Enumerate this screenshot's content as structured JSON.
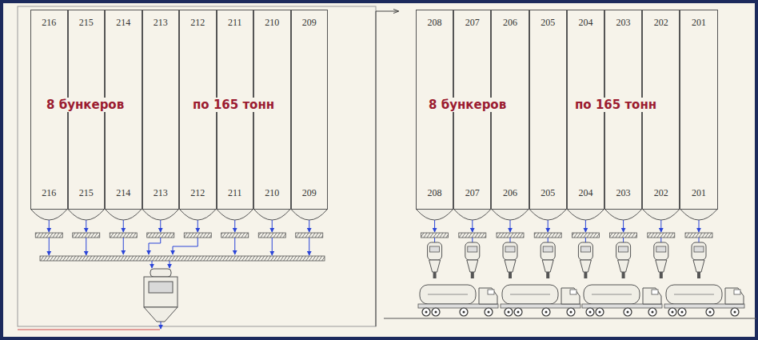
{
  "diagram": {
    "nodes": [
      {
        "text": [
          "216",
          "216"
        ]
      },
      {
        "text": [
          "215",
          "215"
        ]
      },
      {
        "text": [
          "214",
          "214"
        ]
      },
      {
        "text": [
          "213",
          "213"
        ]
      },
      {
        "text": [
          "212",
          "212"
        ]
      },
      {
        "text": [
          "211",
          "211"
        ]
      },
      {
        "text": [
          "210",
          "210"
        ]
      },
      {
        "text": [
          "209",
          "209"
        ]
      },
      {
        "text": [
          "208",
          "208"
        ]
      },
      {
        "text": [
          "207",
          "207"
        ]
      },
      {
        "text": [
          "206",
          "206"
        ]
      },
      {
        "text": [
          "205",
          "205"
        ]
      },
      {
        "text": [
          "204",
          "204"
        ]
      },
      {
        "text": [
          "203",
          "203"
        ]
      },
      {
        "text": [
          "202",
          "202"
        ]
      },
      {
        "text": [
          "201",
          "201"
        ]
      }
    ],
    "labels": [
      "8 бункеров",
      "по 165 тонн",
      "8 бункеров",
      "по 165 тонн"
    ]
  }
}
